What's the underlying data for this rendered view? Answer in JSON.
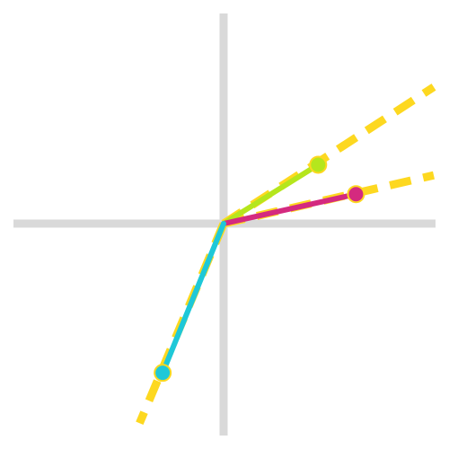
{
  "colors": {
    "background": "#ffffff",
    "axis": "#d9d9d9",
    "dashed_guide": "#fdd820",
    "vector_green": "#b5e61d",
    "vector_magenta": "#d42a7f",
    "vector_cyan": "#1ec8d8",
    "marker_outline": "#fdd820"
  },
  "diagram": {
    "axes": {
      "x_range": [
        -1,
        1
      ],
      "y_range": [
        -1,
        1
      ]
    },
    "vectors": [
      {
        "id": "green",
        "end": [
          0.45,
          0.28
        ],
        "color_key": "vector_green"
      },
      {
        "id": "magenta",
        "end": [
          0.63,
          0.14
        ],
        "color_key": "vector_magenta"
      },
      {
        "id": "cyan",
        "end": [
          -0.29,
          -0.71
        ],
        "color_key": "vector_cyan"
      }
    ],
    "guide_rays": [
      {
        "id": "green-ray",
        "end": [
          1.0,
          0.65
        ]
      },
      {
        "id": "magenta-ray",
        "end": [
          1.0,
          0.23
        ]
      },
      {
        "id": "cyan-ray",
        "end": [
          -0.4,
          -0.95
        ]
      }
    ]
  }
}
